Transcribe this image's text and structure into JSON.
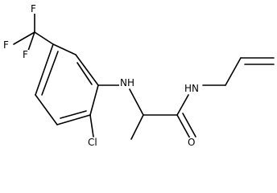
{
  "molecule": {
    "atoms": {
      "f_top": "F",
      "f_left": "F",
      "f_bottom": "F",
      "nh_amine": "NH",
      "nh_amide": "HN",
      "cl": "Cl",
      "o": "O"
    }
  }
}
